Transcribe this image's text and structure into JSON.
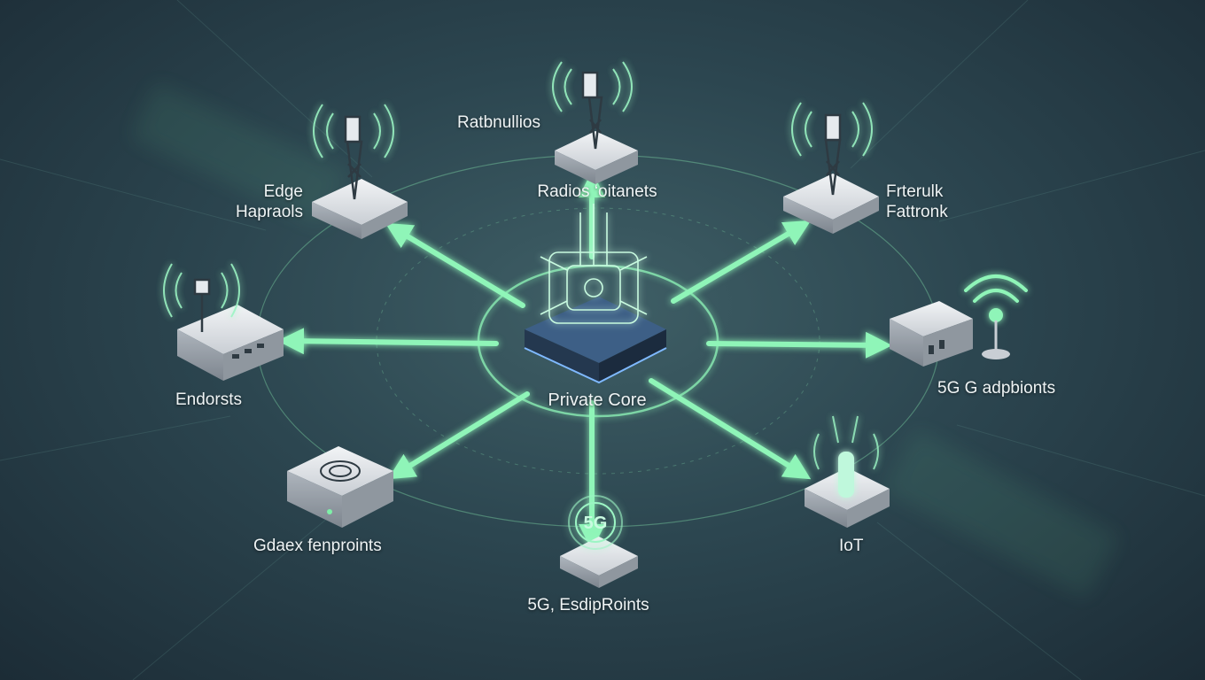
{
  "diagram": {
    "center": {
      "label": "Private Core"
    },
    "nodes": [
      {
        "id": "top",
        "label_lines": [
          "Ratbnullios"
        ]
      },
      {
        "id": "top-sub",
        "label_lines": [
          "Radios ‘oitanets"
        ]
      },
      {
        "id": "top-left",
        "label_lines": [
          "Edge",
          "Hapraols"
        ]
      },
      {
        "id": "top-right",
        "label_lines": [
          "Frterulk",
          "Fattronk"
        ]
      },
      {
        "id": "left",
        "label_lines": [
          "Endorsts"
        ]
      },
      {
        "id": "right",
        "label_lines": [
          "5G G adpbionts"
        ]
      },
      {
        "id": "bottom-left",
        "label_lines": [
          "Gdaex fenproints"
        ]
      },
      {
        "id": "bottom-right",
        "label_lines": [
          "IoT"
        ]
      },
      {
        "id": "bottom",
        "label_lines": [
          "5G, EsdipRoints"
        ]
      }
    ],
    "colors": {
      "background": "#2c4650",
      "link": "#7ef0a8",
      "glow": "#9cf5c4",
      "device": "#d9dde1",
      "core": "#2d4a6a"
    },
    "icons": [
      "cell-tower-icon",
      "router-icon",
      "server-chip-icon",
      "wifi-icon",
      "iot-sensor-icon",
      "5g-icon"
    ]
  }
}
